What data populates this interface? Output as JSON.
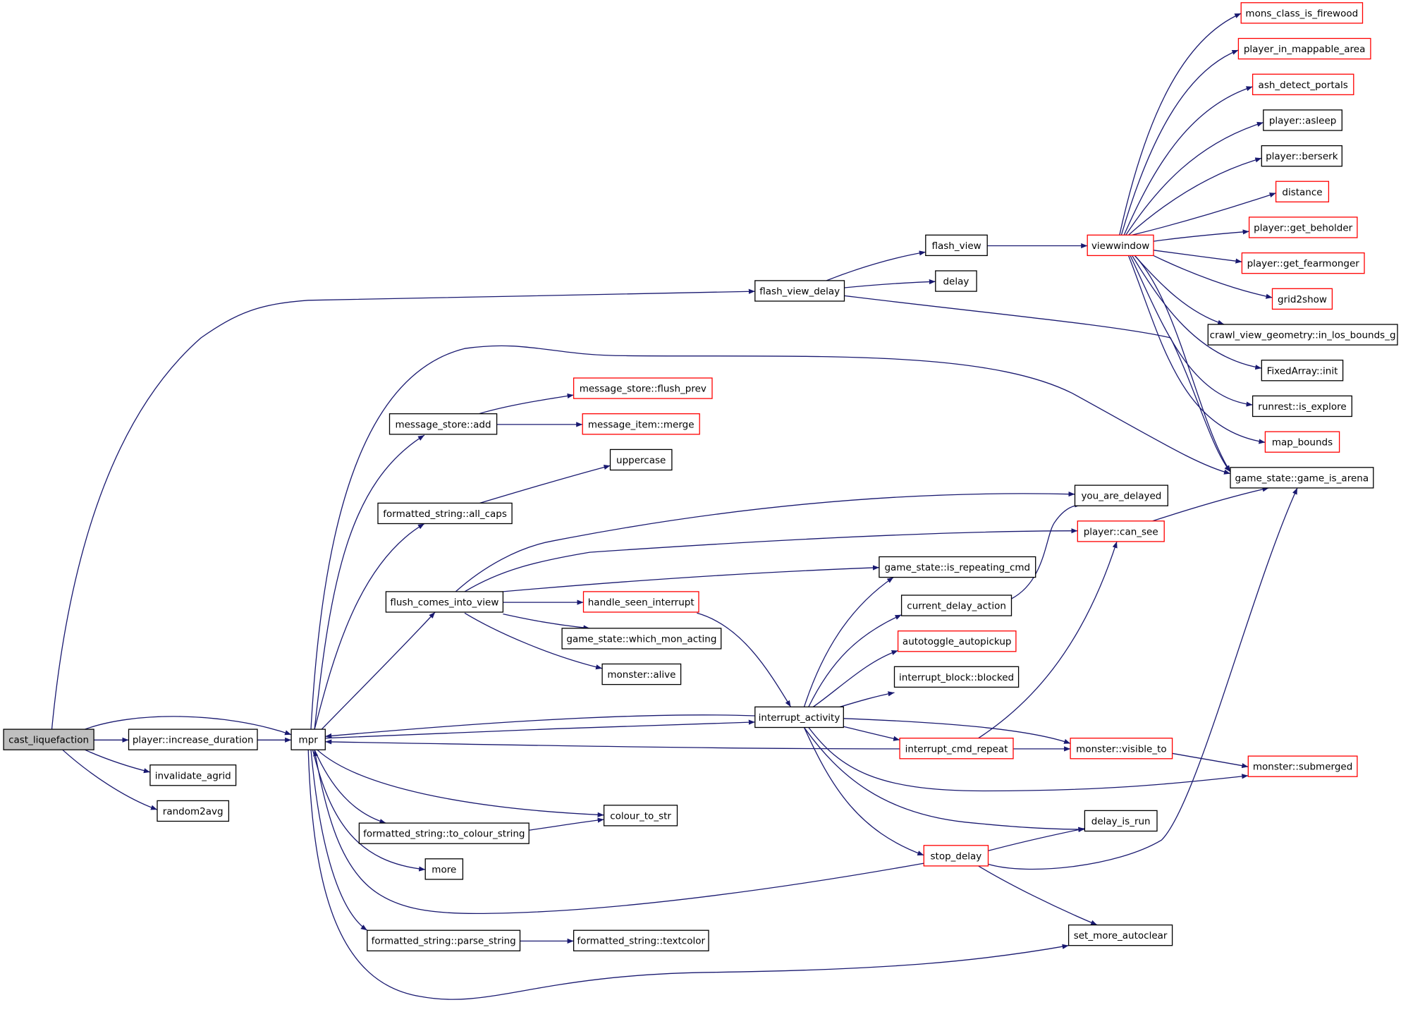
{
  "graph": {
    "title": "",
    "colors": {
      "edge": "#191970",
      "node_border_default": "#000000",
      "node_border_red": "#ff0000",
      "node_fill_root": "#bfbfbf",
      "node_fill_default": "#ffffff"
    },
    "nodes": [
      {
        "id": "cast_liquefaction",
        "label": "cast_liquefaction",
        "style": "root"
      },
      {
        "id": "increase_duration",
        "label": "player::increase_duration",
        "style": "black"
      },
      {
        "id": "invalidate_agrid",
        "label": "invalidate_agrid",
        "style": "black"
      },
      {
        "id": "random2avg",
        "label": "random2avg",
        "style": "black"
      },
      {
        "id": "mpr",
        "label": "mpr",
        "style": "black"
      },
      {
        "id": "flash_view_delay",
        "label": "flash_view_delay",
        "style": "black"
      },
      {
        "id": "flash_view",
        "label": "flash_view",
        "style": "black"
      },
      {
        "id": "delay",
        "label": "delay",
        "style": "black"
      },
      {
        "id": "viewwindow",
        "label": "viewwindow",
        "style": "red"
      },
      {
        "id": "mons_class_is_firewood",
        "label": "mons_class_is_firewood",
        "style": "red"
      },
      {
        "id": "player_in_mappable_area",
        "label": "player_in_mappable_area",
        "style": "red"
      },
      {
        "id": "ash_detect_portals",
        "label": "ash_detect_portals",
        "style": "red"
      },
      {
        "id": "player_asleep",
        "label": "player::asleep",
        "style": "black"
      },
      {
        "id": "player_berserk",
        "label": "player::berserk",
        "style": "black"
      },
      {
        "id": "distance",
        "label": "distance",
        "style": "red"
      },
      {
        "id": "get_beholder",
        "label": "player::get_beholder",
        "style": "red"
      },
      {
        "id": "get_fearmonger",
        "label": "player::get_fearmonger",
        "style": "red"
      },
      {
        "id": "grid2show",
        "label": "grid2show",
        "style": "red"
      },
      {
        "id": "in_los_bounds",
        "label": "crawl_view_geometry::in_los_bounds_g",
        "style": "black"
      },
      {
        "id": "fixedarray_init",
        "label": "FixedArray::init",
        "style": "black"
      },
      {
        "id": "runrest_is_explore",
        "label": "runrest::is_explore",
        "style": "black"
      },
      {
        "id": "map_bounds",
        "label": "map_bounds",
        "style": "red"
      },
      {
        "id": "game_is_arena",
        "label": "game_state::game_is_arena",
        "style": "black"
      },
      {
        "id": "message_store_add",
        "label": "message_store::add",
        "style": "black"
      },
      {
        "id": "flush_prev",
        "label": "message_store::flush_prev",
        "style": "red"
      },
      {
        "id": "message_item_merge",
        "label": "message_item::merge",
        "style": "red"
      },
      {
        "id": "uppercase",
        "label": "uppercase",
        "style": "black"
      },
      {
        "id": "all_caps",
        "label": "formatted_string::all_caps",
        "style": "black"
      },
      {
        "id": "you_are_delayed",
        "label": "you_are_delayed",
        "style": "black"
      },
      {
        "id": "player_can_see",
        "label": "player::can_see",
        "style": "red"
      },
      {
        "id": "is_repeating_cmd",
        "label": "game_state::is_repeating_cmd",
        "style": "black"
      },
      {
        "id": "flush_comes_into_view",
        "label": "flush_comes_into_view",
        "style": "black"
      },
      {
        "id": "handle_seen_interrupt",
        "label": "handle_seen_interrupt",
        "style": "red"
      },
      {
        "id": "current_delay_action",
        "label": "current_delay_action",
        "style": "black"
      },
      {
        "id": "which_mon_acting",
        "label": "game_state::which_mon_acting",
        "style": "black"
      },
      {
        "id": "autotoggle_autopickup",
        "label": "autotoggle_autopickup",
        "style": "red"
      },
      {
        "id": "monster_alive",
        "label": "monster::alive",
        "style": "black"
      },
      {
        "id": "interrupt_block_blocked",
        "label": "interrupt_block::blocked",
        "style": "black"
      },
      {
        "id": "interrupt_activity",
        "label": "interrupt_activity",
        "style": "black"
      },
      {
        "id": "interrupt_cmd_repeat",
        "label": "interrupt_cmd_repeat",
        "style": "red"
      },
      {
        "id": "monster_visible_to",
        "label": "monster::visible_to",
        "style": "red"
      },
      {
        "id": "monster_submerged",
        "label": "monster::submerged",
        "style": "red"
      },
      {
        "id": "colour_to_str",
        "label": "colour_to_str",
        "style": "black"
      },
      {
        "id": "to_colour_string",
        "label": "formatted_string::to_colour_string",
        "style": "black"
      },
      {
        "id": "delay_is_run",
        "label": "delay_is_run",
        "style": "black"
      },
      {
        "id": "stop_delay",
        "label": "stop_delay",
        "style": "red"
      },
      {
        "id": "more",
        "label": "more",
        "style": "black"
      },
      {
        "id": "set_more_autoclear",
        "label": "set_more_autoclear",
        "style": "black"
      },
      {
        "id": "parse_string",
        "label": "formatted_string::parse_string",
        "style": "black"
      },
      {
        "id": "textcolor",
        "label": "formatted_string::textcolor",
        "style": "black"
      }
    ],
    "edges": [
      [
        "cast_liquefaction",
        "increase_duration"
      ],
      [
        "cast_liquefaction",
        "invalidate_agrid"
      ],
      [
        "cast_liquefaction",
        "random2avg"
      ],
      [
        "cast_liquefaction",
        "mpr"
      ],
      [
        "cast_liquefaction",
        "flash_view_delay"
      ],
      [
        "increase_duration",
        "mpr"
      ],
      [
        "flash_view_delay",
        "flash_view"
      ],
      [
        "flash_view_delay",
        "delay"
      ],
      [
        "flash_view_delay",
        "game_is_arena"
      ],
      [
        "flash_view",
        "viewwindow"
      ],
      [
        "viewwindow",
        "mons_class_is_firewood"
      ],
      [
        "viewwindow",
        "player_in_mappable_area"
      ],
      [
        "viewwindow",
        "ash_detect_portals"
      ],
      [
        "viewwindow",
        "player_asleep"
      ],
      [
        "viewwindow",
        "player_berserk"
      ],
      [
        "viewwindow",
        "distance"
      ],
      [
        "viewwindow",
        "get_beholder"
      ],
      [
        "viewwindow",
        "get_fearmonger"
      ],
      [
        "viewwindow",
        "grid2show"
      ],
      [
        "viewwindow",
        "in_los_bounds"
      ],
      [
        "viewwindow",
        "fixedarray_init"
      ],
      [
        "viewwindow",
        "runrest_is_explore"
      ],
      [
        "viewwindow",
        "map_bounds"
      ],
      [
        "viewwindow",
        "game_is_arena"
      ],
      [
        "mpr",
        "game_is_arena"
      ],
      [
        "mpr",
        "message_store_add"
      ],
      [
        "mpr",
        "all_caps"
      ],
      [
        "mpr",
        "flush_comes_into_view"
      ],
      [
        "mpr",
        "interrupt_activity"
      ],
      [
        "mpr",
        "colour_to_str"
      ],
      [
        "mpr",
        "to_colour_string"
      ],
      [
        "mpr",
        "more"
      ],
      [
        "mpr",
        "parse_string"
      ],
      [
        "mpr",
        "set_more_autoclear"
      ],
      [
        "message_store_add",
        "flush_prev"
      ],
      [
        "message_store_add",
        "message_item_merge"
      ],
      [
        "all_caps",
        "uppercase"
      ],
      [
        "flush_comes_into_view",
        "you_are_delayed"
      ],
      [
        "flush_comes_into_view",
        "player_can_see"
      ],
      [
        "flush_comes_into_view",
        "is_repeating_cmd"
      ],
      [
        "flush_comes_into_view",
        "handle_seen_interrupt"
      ],
      [
        "flush_comes_into_view",
        "which_mon_acting"
      ],
      [
        "flush_comes_into_view",
        "monster_alive"
      ],
      [
        "handle_seen_interrupt",
        "interrupt_activity"
      ],
      [
        "current_delay_action",
        "you_are_delayed"
      ],
      [
        "player_can_see",
        "game_is_arena"
      ],
      [
        "interrupt_activity",
        "mpr"
      ],
      [
        "interrupt_activity",
        "is_repeating_cmd"
      ],
      [
        "interrupt_activity",
        "current_delay_action"
      ],
      [
        "interrupt_activity",
        "autotoggle_autopickup"
      ],
      [
        "interrupt_activity",
        "interrupt_block_blocked"
      ],
      [
        "interrupt_activity",
        "interrupt_cmd_repeat"
      ],
      [
        "interrupt_activity",
        "monster_visible_to"
      ],
      [
        "interrupt_activity",
        "monster_submerged"
      ],
      [
        "interrupt_activity",
        "delay_is_run"
      ],
      [
        "interrupt_activity",
        "stop_delay"
      ],
      [
        "interrupt_cmd_repeat",
        "mpr"
      ],
      [
        "interrupt_cmd_repeat",
        "player_can_see"
      ],
      [
        "interrupt_cmd_repeat",
        "monster_visible_to"
      ],
      [
        "monster_visible_to",
        "monster_submerged"
      ],
      [
        "to_colour_string",
        "colour_to_str"
      ],
      [
        "stop_delay",
        "mpr"
      ],
      [
        "stop_delay",
        "delay_is_run"
      ],
      [
        "stop_delay",
        "game_is_arena"
      ],
      [
        "stop_delay",
        "set_more_autoclear"
      ],
      [
        "parse_string",
        "textcolor"
      ]
    ]
  }
}
